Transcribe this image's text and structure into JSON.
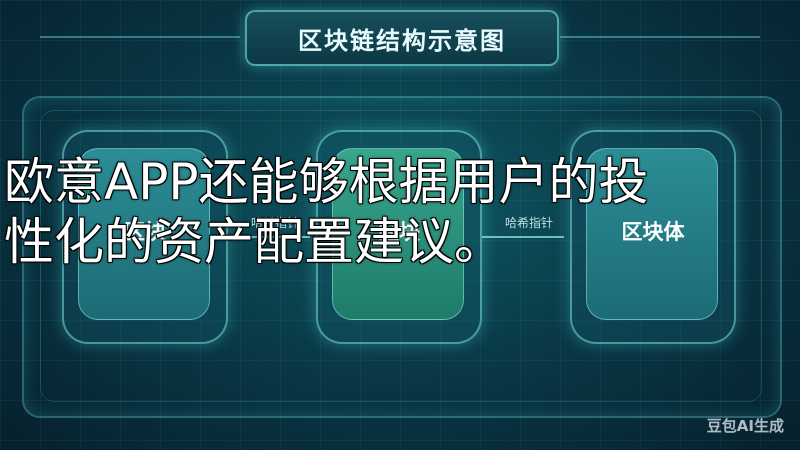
{
  "title": "区块链结构示意图",
  "blocks": [
    {
      "label": "区块"
    },
    {
      "label": "区块"
    },
    {
      "label": "区块体"
    }
  ],
  "connectors": [
    {
      "label": "哈希指针"
    },
    {
      "label": "哈希指针"
    }
  ],
  "overlay": {
    "line1": "欧意APP还能够根据用户的投",
    "line2": "性化的资产配置建议。"
  },
  "watermark": "豆包AI生成",
  "colors": {
    "background": "#0a3a48",
    "accent": "#6fdce0",
    "middle_block": "#38a58d"
  }
}
